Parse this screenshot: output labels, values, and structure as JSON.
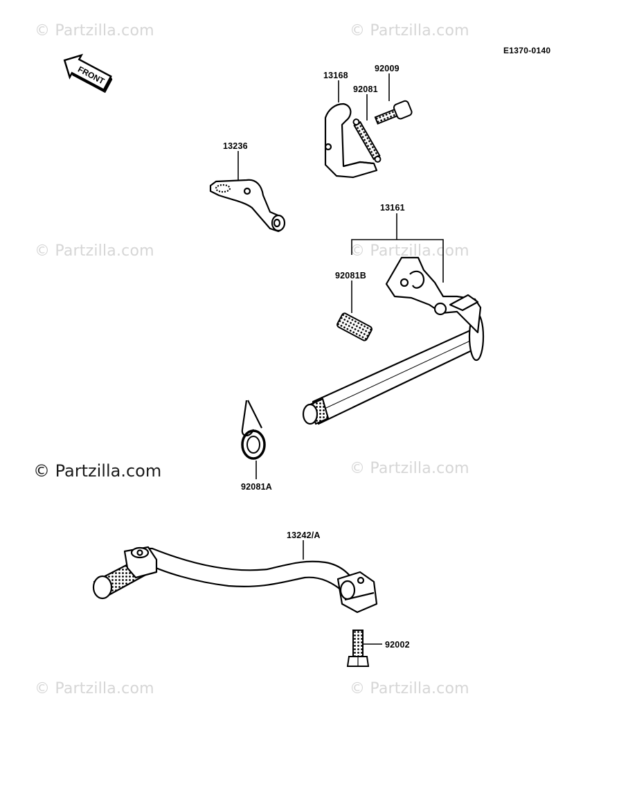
{
  "diagram": {
    "code": "E1370-0140",
    "front_label": "FRONT",
    "watermark": "© Partzilla.com",
    "parts": {
      "p13168": "13168",
      "p92009": "92009",
      "p92081": "92081",
      "p13236": "13236",
      "p13161": "13161",
      "p92081B": "92081B",
      "p92081A": "92081A",
      "p13242A": "13242/A",
      "p92002": "92002"
    }
  }
}
